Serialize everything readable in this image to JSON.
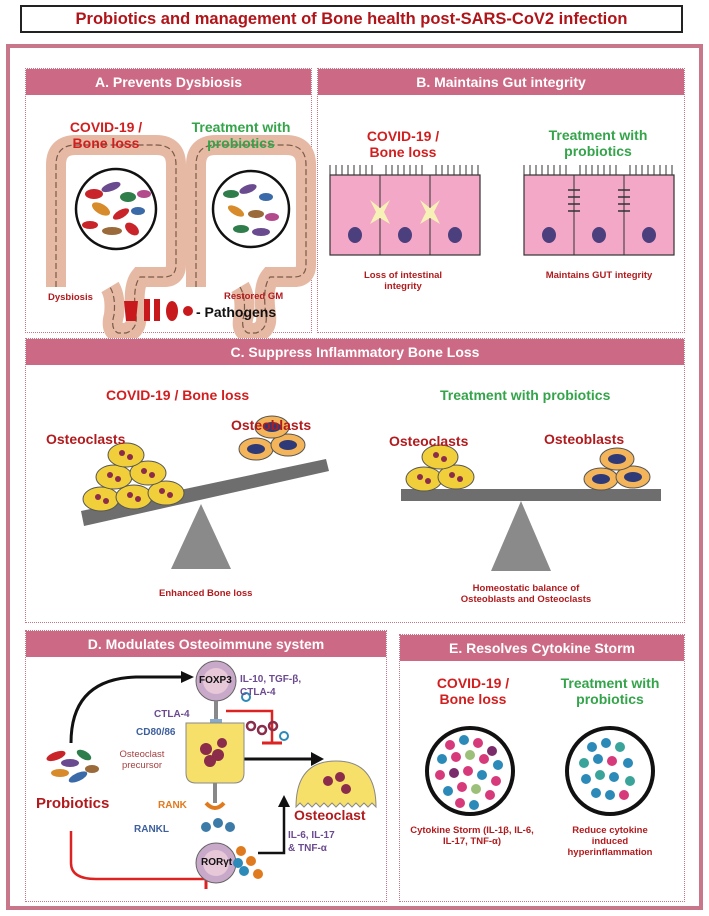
{
  "title": "Probiotics and management of Bone health post-SARS-CoV2 infection",
  "panel_a": {
    "heading": "A. Prevents Dysbiosis",
    "left_label": "COVID-19 / Bone loss",
    "right_label": "Treatment with probiotics",
    "left_caption": "Dysbiosis",
    "right_caption": "Restored GM",
    "legend_label": "- Pathogens"
  },
  "panel_b": {
    "heading": "B. Maintains Gut integrity",
    "left_label": "COVID-19 / Bone loss",
    "right_label": "Treatment with probiotics",
    "left_caption": "Loss of intestinal integrity",
    "right_caption": "Maintains GUT integrity"
  },
  "panel_c": {
    "heading": "C. Suppress Inflammatory Bone Loss",
    "left_label": "COVID-19 / Bone loss",
    "right_label": "Treatment with probiotics",
    "osteoclasts": "Osteoclasts",
    "osteoblasts": "Osteoblasts",
    "left_caption": "Enhanced Bone loss",
    "right_caption": "Homeostatic balance of Osteoblasts and Osteoclasts"
  },
  "panel_d": {
    "heading": "D. Modulates Osteoimmune system",
    "foxp3": "FOXP3",
    "cytokines_top": "IL-10, TGF-β, CTLA-4",
    "ctla4": "CTLA-4",
    "cd80": "CD80/86",
    "precursor": "Osteoclast precursor",
    "rank": "RANK",
    "rankl": "RANKL",
    "rorgt": "RORγt",
    "cytokines_bottom": "IL-6, IL-17 & TNF-α",
    "probiotics": "Probiotics",
    "osteoclast": "Osteoclast"
  },
  "panel_e": {
    "heading": "E. Resolves Cytokine Storm",
    "left_label": "COVID-19 / Bone loss",
    "right_label": "Treatment with probiotics",
    "left_caption": "Cytokine Storm (IL-1β, IL-6, IL-17, TNF-α)",
    "right_caption": "Reduce cytokine induced hyperinflammation"
  },
  "colors": {
    "accent": "#cc6a86",
    "title_red": "#b01419",
    "covid_red": "#d11f20",
    "probiotic_green": "#34a44a"
  }
}
